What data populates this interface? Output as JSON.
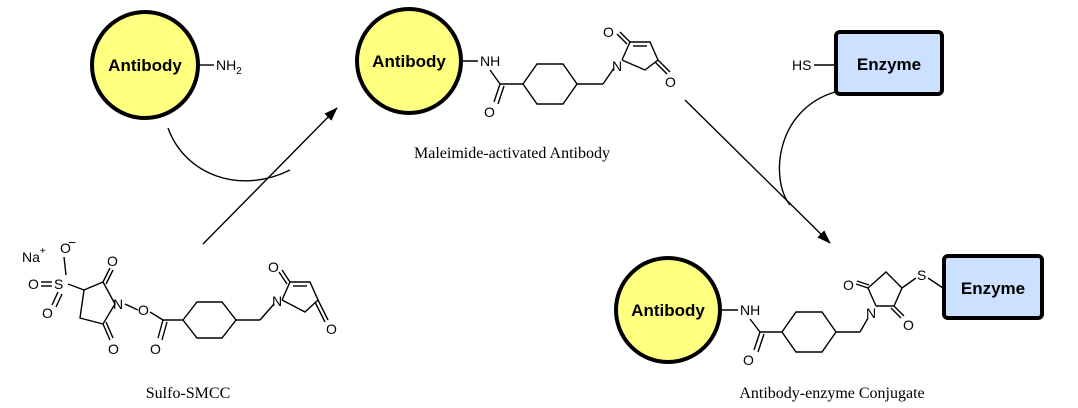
{
  "labels": {
    "antibody": "Antibody",
    "enzyme": "Enzyme"
  },
  "atoms": {
    "nh2": "NH",
    "nh2_sub": "2",
    "nh": "NH",
    "n": "N",
    "o": "O",
    "hs": "HS",
    "s": "S",
    "na": "Na",
    "plus": "+",
    "minus": "−"
  },
  "captions": {
    "sulfo_smcc": "Sulfo-SMCC",
    "maleimide_antibody": "Maleimide-activated Antibody",
    "conjugate": "Antibody-enzyme Conjugate"
  },
  "colors": {
    "antibody_fill": "#ffff80",
    "enzyme_fill": "#cce0ff",
    "outline": "#000000"
  }
}
